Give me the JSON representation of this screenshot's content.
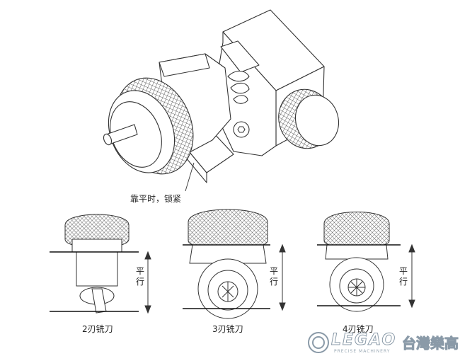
{
  "annotation": {
    "lock_note": "靠平时，锁紧"
  },
  "views": [
    {
      "caption": "2刃铣刀",
      "parallel_label": "平行"
    },
    {
      "caption": "3刃铣刀",
      "parallel_label": "平行"
    },
    {
      "caption": "4刃铣刀",
      "parallel_label": "平行"
    }
  ],
  "logo": {
    "word": "LEGAO",
    "chinese": "台灣樂高",
    "tagline": "PRECISE MACHINERY"
  }
}
